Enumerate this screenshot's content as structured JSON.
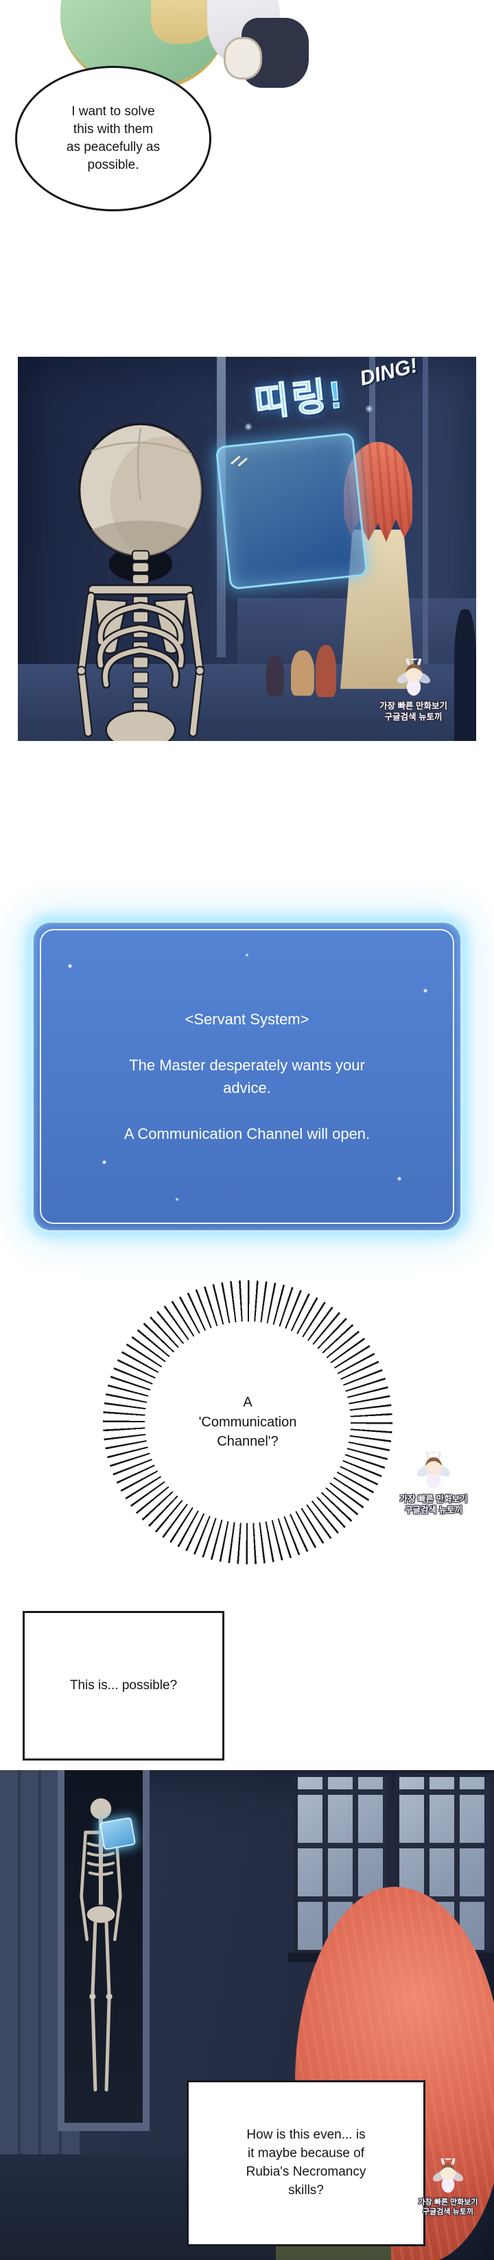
{
  "comic": {
    "top_bubble": {
      "text": "I want to solve this with them as peacefully as possible.",
      "lines": [
        "I want to solve",
        "this with them",
        "as peacefully as",
        "possible."
      ]
    },
    "ding_panel": {
      "sfx_korean": "띠링!",
      "sfx_english": "DING!"
    },
    "system_panel": {
      "title": "<Servant System>",
      "body_line1": "The Master desperately wants your",
      "body_line2": "advice.",
      "body_line3": "A Communication Channel will open."
    },
    "burst_bubble": {
      "text": "A 'Communication Channel'?",
      "lines": [
        "A",
        "'Communication",
        "Channel'?"
      ]
    },
    "thought_box_1": {
      "text": "This is... possible?"
    },
    "thought_box_2": {
      "text": "How is this even... is it maybe because of Rubia's Necromancy skills?",
      "lines": [
        "How is this even... is",
        "it maybe because of",
        "Rubia's Necromancy",
        "skills?"
      ]
    },
    "watermark": {
      "line1": "가장 빠른 만화보기",
      "line2": "구글검색 뉴토끼"
    }
  },
  "palette": {
    "page_bg": "#ffffff",
    "night_panel": "#263353",
    "system_blue": "#4f7ccc",
    "system_glow": "#8fdcf8",
    "sfx_blue": "#5fc7f2",
    "hair_red": "#d8604e",
    "bone": "#d6cec2",
    "cloak_green": "#a5d2a4",
    "window_pane": "#9aa8bf",
    "ink": "#141418"
  }
}
